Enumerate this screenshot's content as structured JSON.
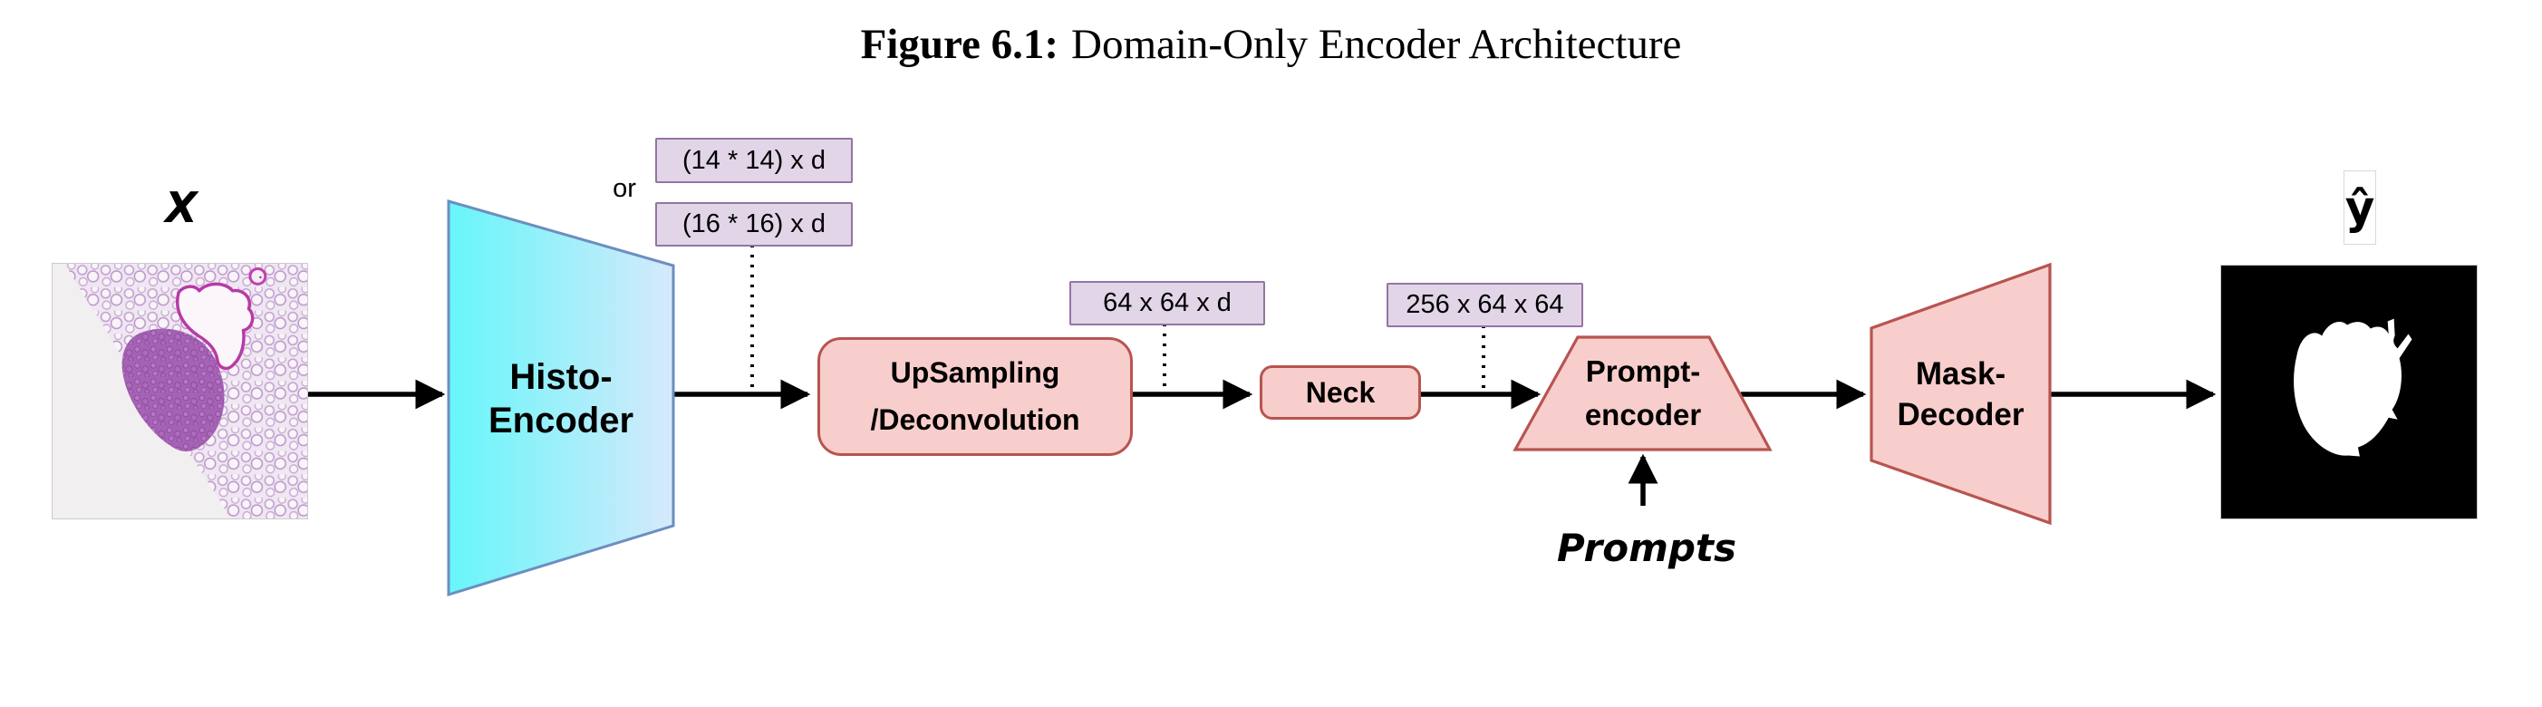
{
  "figure_caption": {
    "label": "Figure 6.1:",
    "title": "Domain-Only Encoder Architecture"
  },
  "labels": {
    "input": "X",
    "output": "ŷ",
    "or": "or",
    "prompts": "Prompts"
  },
  "dim_boxes": {
    "patch14": "(14 * 14) x d",
    "patch16": "(16 * 16) x d",
    "upsample_out": "64 x 64 x d",
    "neck_out": "256 x 64 x 64"
  },
  "nodes": {
    "histo_encoder": {
      "line1": "Histo-",
      "line2": "Encoder"
    },
    "upsampling": {
      "line1": "UpSampling",
      "line2": "/Deconvolution"
    },
    "neck": {
      "label": "Neck"
    },
    "prompt_encoder": {
      "line1": "Prompt-",
      "line2": "encoder"
    },
    "mask_decoder": {
      "line1": "Mask-",
      "line2": "Decoder"
    }
  },
  "colors": {
    "encoder_gradient_start": "#66f6fa",
    "encoder_gradient_end": "#d6e9fb",
    "encoder_border": "#6c8ebf",
    "dim_fill": "#e1d5e7",
    "dim_border": "#9673a6",
    "block_fill": "#f8cecc",
    "block_border": "#b85450",
    "arrow": "#000000",
    "mask_bg": "#000000",
    "mask_fg": "#ffffff",
    "histo_bg": "#f2eff1",
    "histo_tissue": "#c9a8d4",
    "histo_dense": "#a463b4",
    "histo_airway_stroke": "#b83aa6"
  }
}
